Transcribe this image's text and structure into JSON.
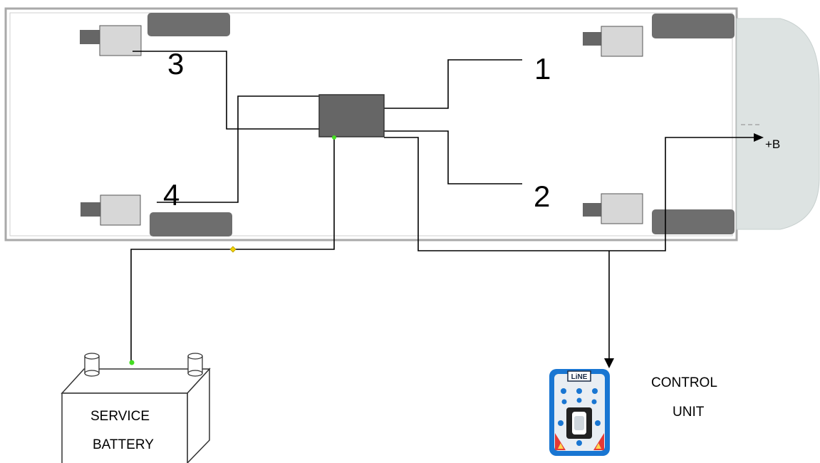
{
  "diagram": {
    "leg_labels": [
      "1",
      "2",
      "3",
      "4"
    ],
    "supply_label": "+B",
    "battery_label_line1": "SERVICE",
    "battery_label_line2": "BATTERY",
    "control_label_line1": "CONTROL",
    "control_label_line2": "UNIT",
    "control_panel_brand": "LiNE"
  },
  "colors": {
    "vehicle_body": "#ffffff",
    "vehicle_outline": "#a9a9a9",
    "cab": "#dde3e2",
    "wheels": "#6e6e6e",
    "jack_body": "#d7d7d7",
    "jack_stub": "#666666",
    "hub": "#666666",
    "wire": "#000000",
    "connection_dot": "#44dd22",
    "fuse_dot": "#f2d300",
    "panel_blue": "#1976d2"
  }
}
